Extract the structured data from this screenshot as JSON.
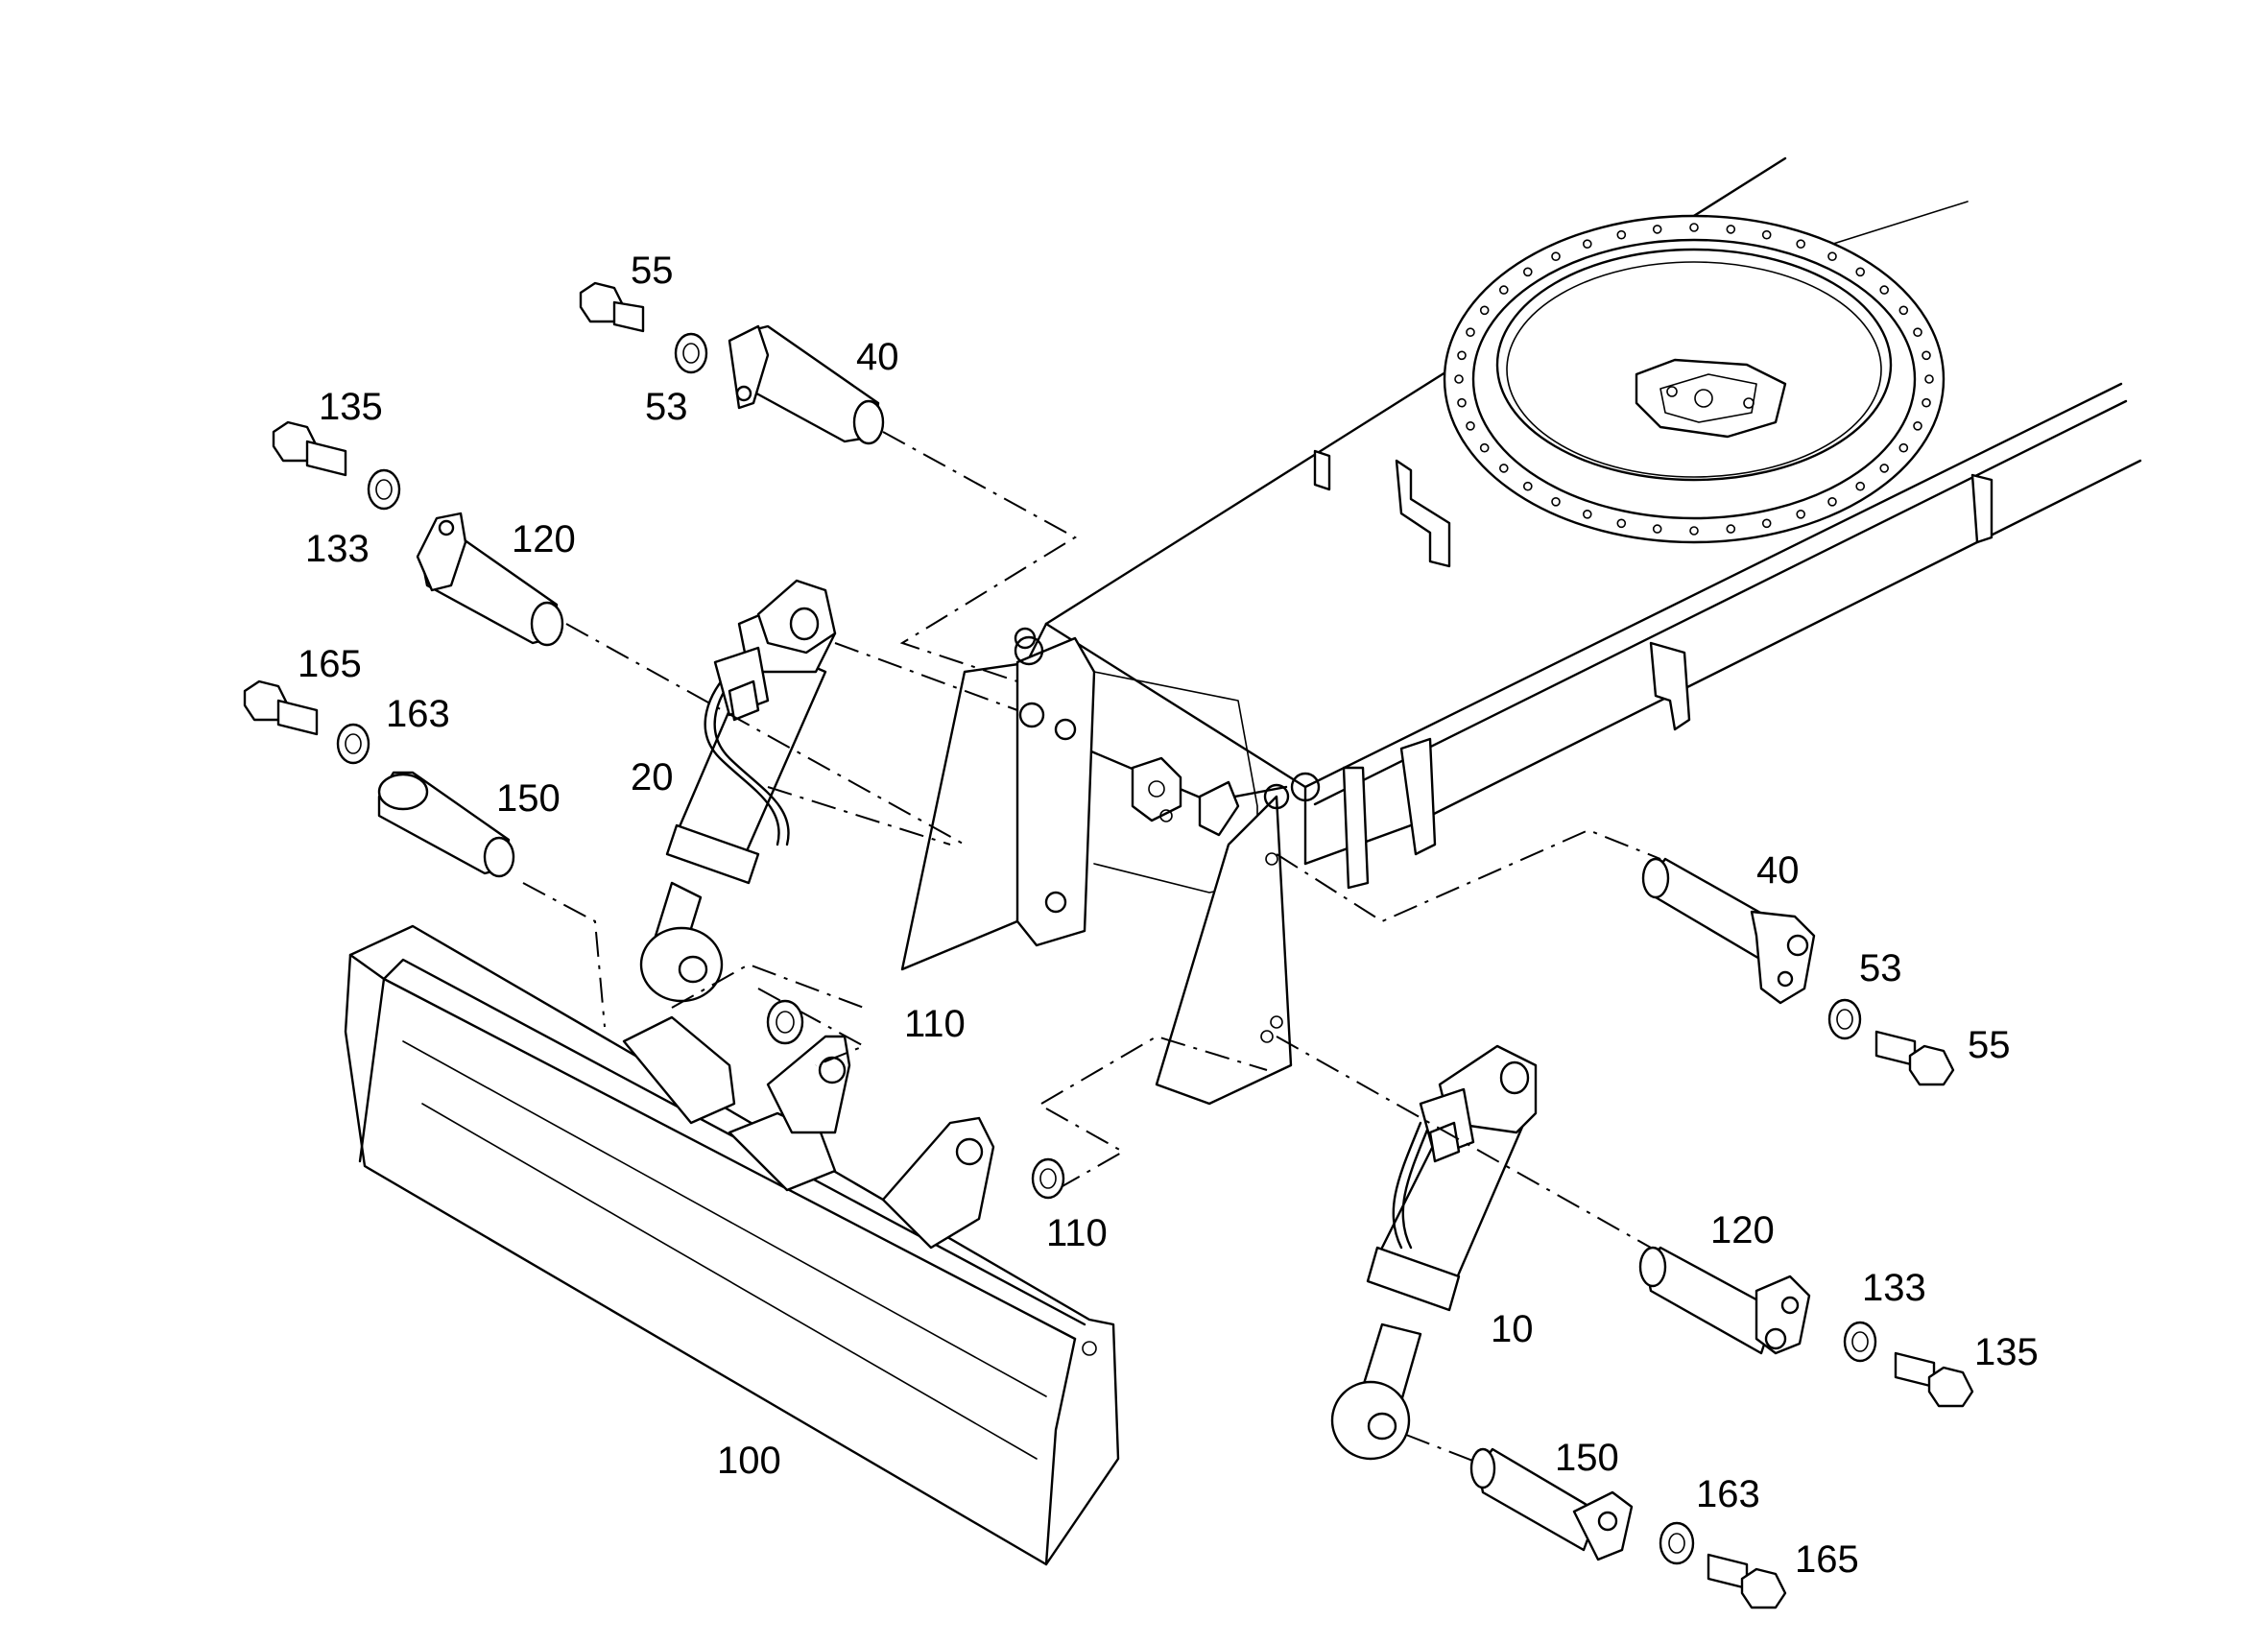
{
  "labels": {
    "l55a": "55",
    "l53a": "53",
    "l40a": "40",
    "l135a": "135",
    "l133a": "133",
    "l120a": "120",
    "l165a": "165",
    "l163a": "163",
    "l150a": "150",
    "l20": "20",
    "l110a": "110",
    "l110b": "110",
    "l100": "100",
    "l40b": "40",
    "l53b": "53",
    "l55b": "55",
    "l120b": "120",
    "l133b": "133",
    "l135b": "135",
    "l10": "10",
    "l150b": "150",
    "l163b": "163",
    "l165b": "165"
  }
}
